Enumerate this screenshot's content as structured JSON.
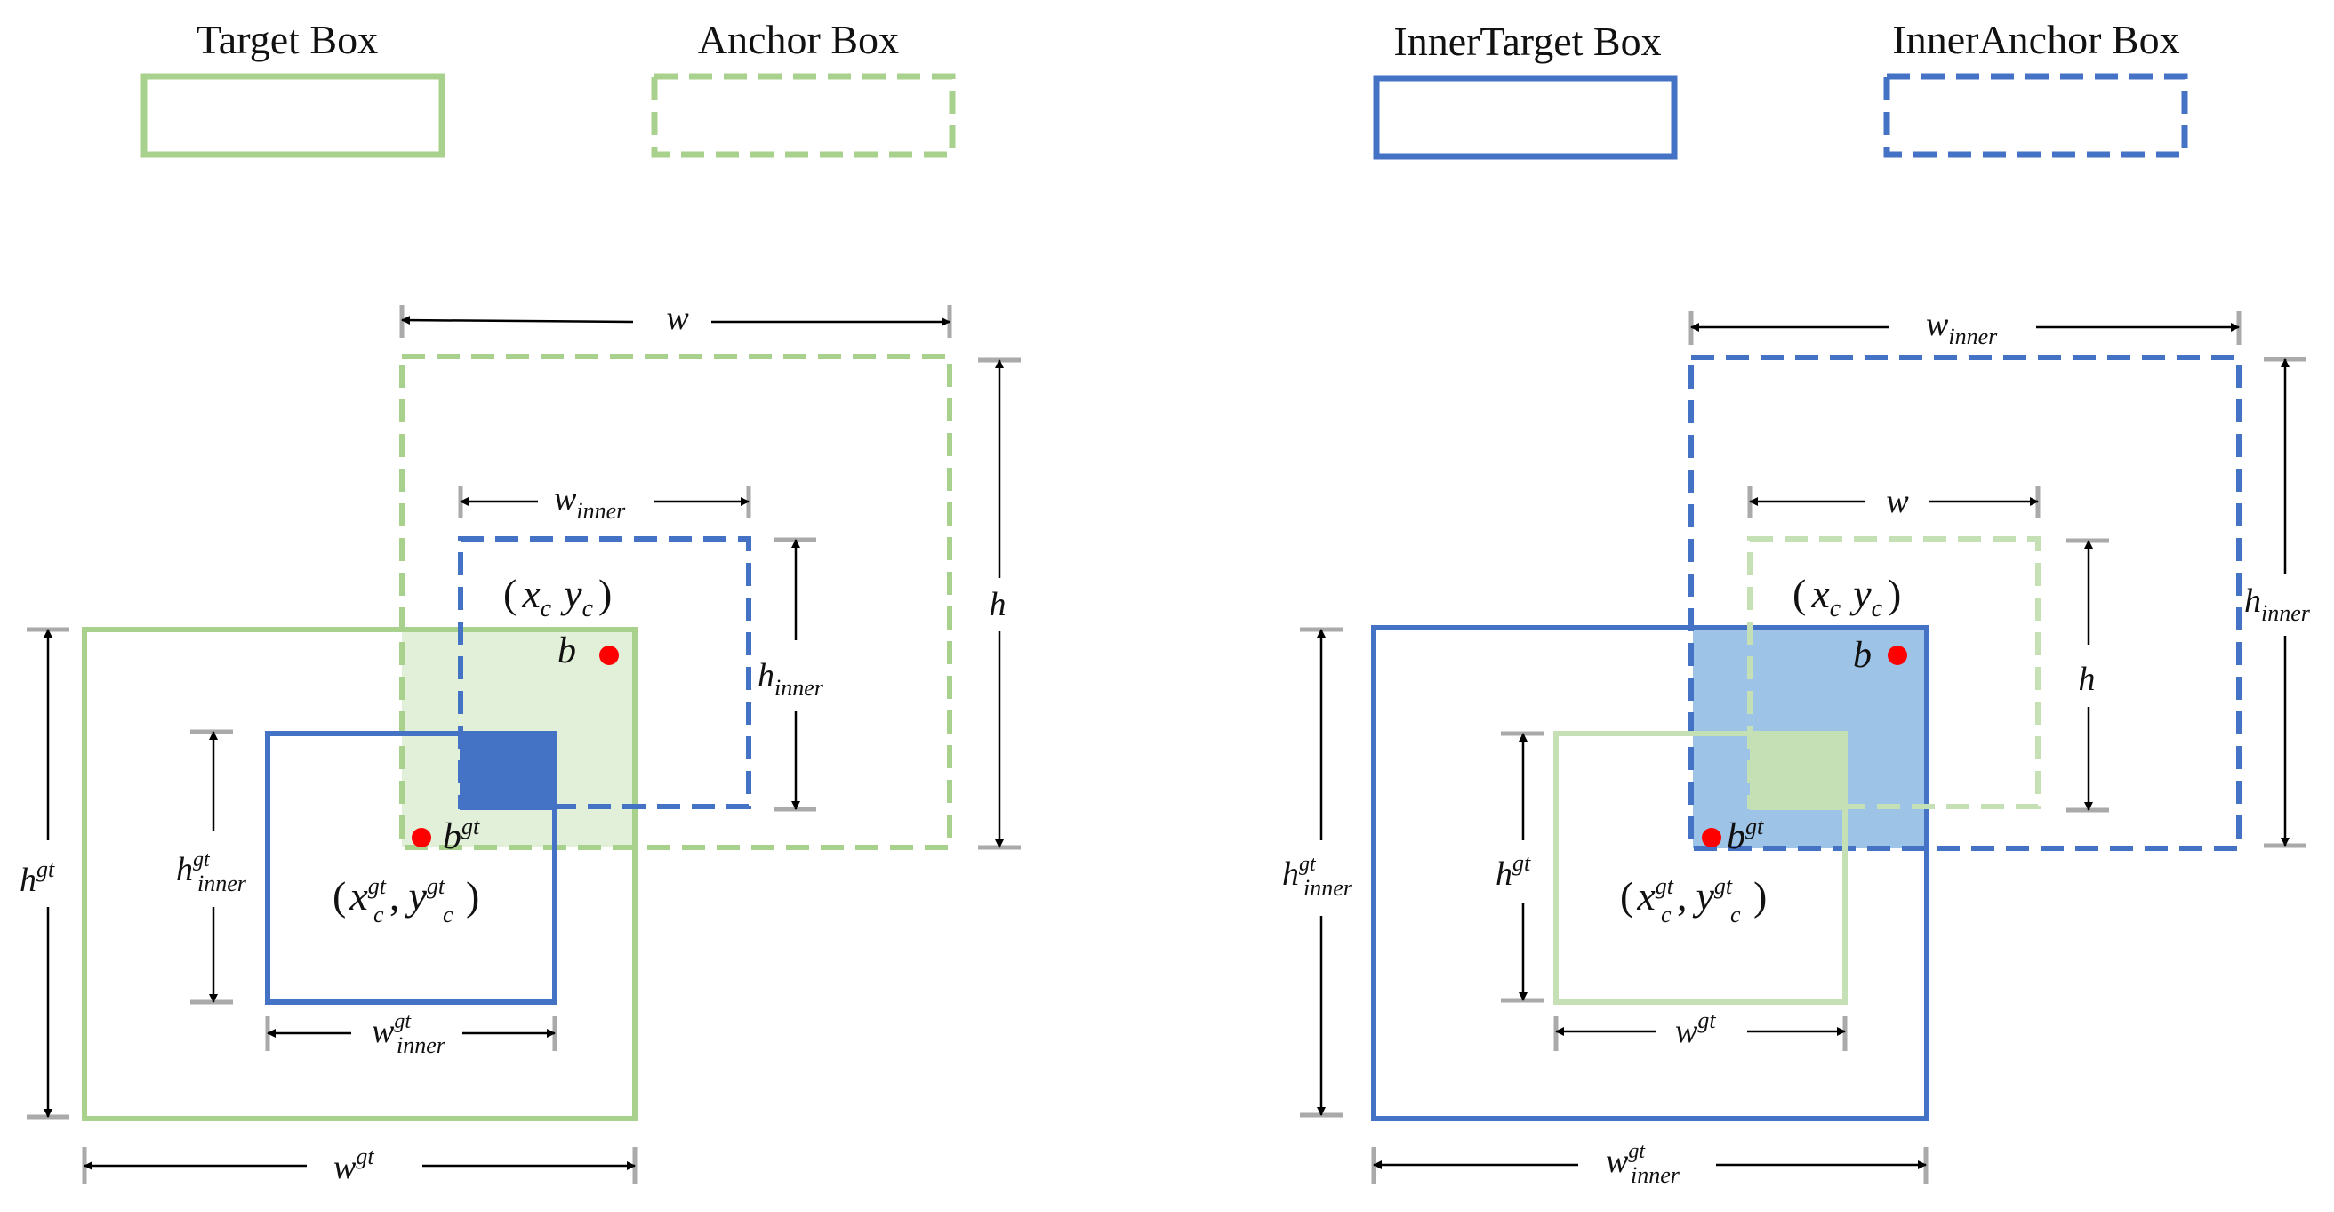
{
  "legend": {
    "target_box": "Target Box",
    "anchor_box": "Anchor Box",
    "inner_target_box": "InnerTarget Box",
    "inner_anchor_box": "InnerAnchor Box"
  },
  "colors": {
    "green": "#a9d18e",
    "blue": "#4472c4",
    "intersection_green": "#e2efd9",
    "intersection_blue": "#9dc3e6",
    "point": "#ff0000",
    "dimension_tick": "#aaaaaa"
  },
  "math": {
    "w": "w",
    "h": "h",
    "inner": "inner",
    "gt": "gt",
    "b": "b",
    "x": "x",
    "y": "y",
    "c": "c",
    "open_paren": "(",
    "close_paren": ")",
    "comma": ","
  }
}
